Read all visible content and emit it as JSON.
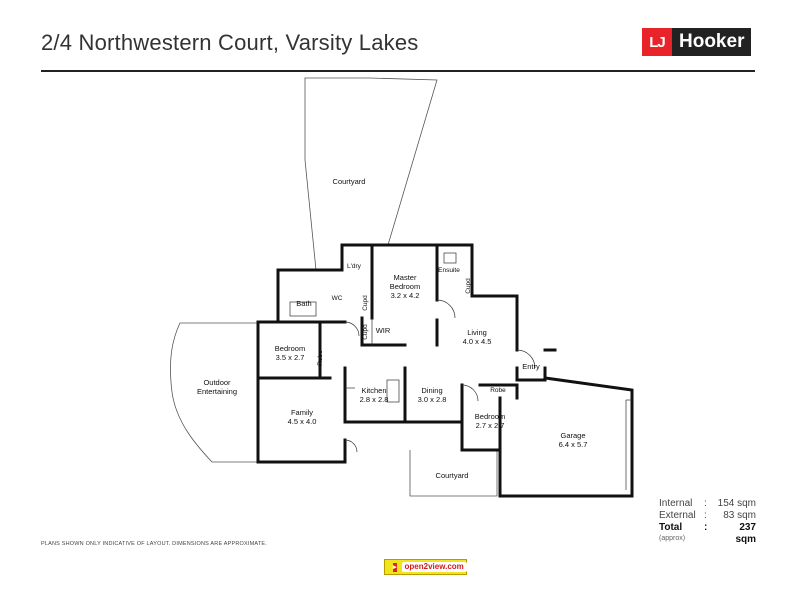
{
  "header": {
    "title": "2/4 Northwestern Court, Varsity Lakes",
    "logo_mark": "LJ",
    "logo_word": "Hooker"
  },
  "rooms": {
    "courtyard_top": "Courtyard",
    "laundry": "L'dry",
    "master": "Master",
    "master2": "Bedroom",
    "master_size": "3.2 x 4.2",
    "ensuite": "Ensuite",
    "bath": "Bath",
    "wc": "WC",
    "cupd1": "Cupd",
    "cupd2": "Cupd",
    "cupd3": "Cupd",
    "wir": "WIR",
    "living": "Living",
    "living_size": "4.0 x 4.5",
    "bed1": "Bedroom",
    "bed1_size": "3.5 x 2.7",
    "robe1": "Robe",
    "outdoor1": "Outdoor",
    "outdoor2": "Entertaining",
    "kitchen": "Kitchen",
    "kitchen_size": "2.8 x 2.8",
    "dining": "Dining",
    "dining_size": "3.0 x 2.8",
    "entry": "Entry",
    "robe2": "Robe",
    "bed2": "Bedroom",
    "bed2_size": "2.7 x 2.7",
    "family": "Family",
    "family_size": "4.5 x 4.0",
    "garage": "Garage",
    "garage_size": "6.4 x 5.7",
    "courtyard_bottom": "Courtyard"
  },
  "areas": {
    "internal_label": "Internal",
    "internal_value": "154 sqm",
    "external_label": "External",
    "external_value": "83 sqm",
    "total_label": "Total",
    "total_value": "237 sqm",
    "approx": "(approx)"
  },
  "footer": {
    "disclaimer": "PLANS SHOWN ONLY INDICATIVE OF LAYOUT.  DIMENSIONS ARE APPROXIMATE.",
    "badge": "open2view.com"
  }
}
